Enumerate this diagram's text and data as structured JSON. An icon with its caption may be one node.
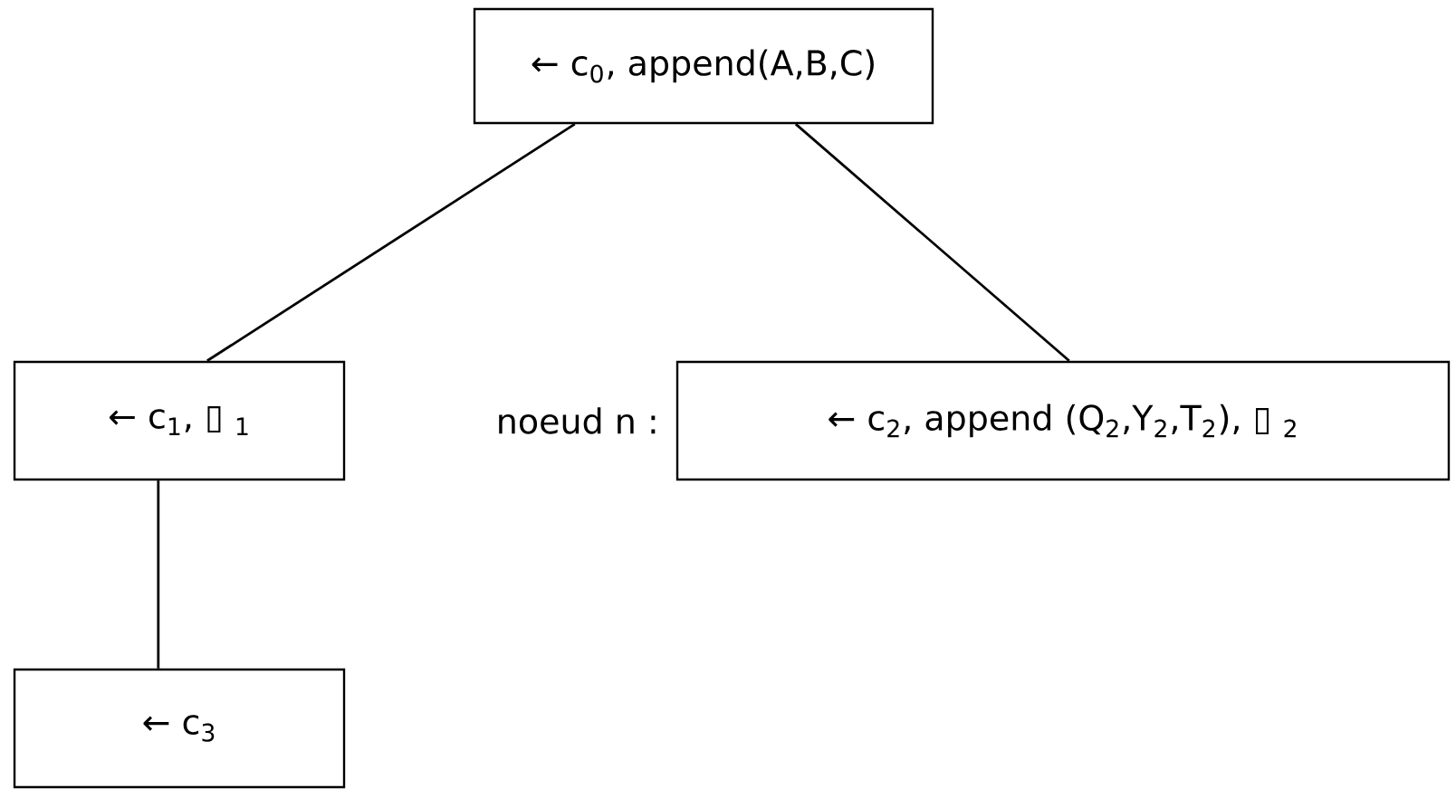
{
  "diagram": {
    "nodes": [
      {
        "text": [
          "← c$_{0}$, append(A,B,C)"
        ]
      },
      {
        "text": [
          "← c$_{1}$, ▯ $_{1}$"
        ]
      },
      {
        "text": [
          "← c$_{2}$, append (Q$_{2}$,Y$_{2}$,T$_{2}$), ▯ $_{2}$"
        ],
        "beside": [
          "noeud n :"
        ]
      },
      {
        "text": [
          "← c$_{3}$"
        ]
      }
    ],
    "edges": [
      {
        "from": 0,
        "to": 1,
        "arrow": "none"
      },
      {
        "from": 0,
        "to": 2,
        "arrow": "none"
      },
      {
        "from": 1,
        "to": 3,
        "arrow": "none"
      }
    ]
  }
}
